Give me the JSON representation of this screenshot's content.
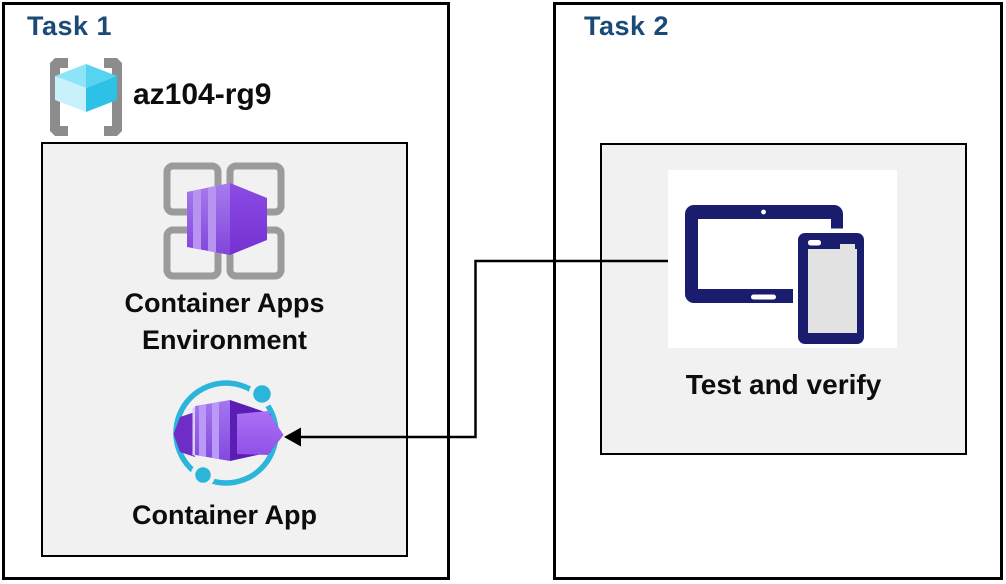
{
  "diagram": {
    "task1": {
      "title": "Task 1",
      "resource_group_name": "az104-rg9",
      "environment_label_line1": "Container Apps",
      "environment_label_line2": "Environment",
      "container_app_label": "Container App"
    },
    "task2": {
      "title": "Task 2",
      "verify_label": "Test and verify"
    },
    "icons": {
      "resource_group": "resource-group-icon",
      "container_apps_environment": "container-apps-environment-icon",
      "container_app": "container-app-icon",
      "devices": "tablet-and-phone-icon",
      "arrow": "left-arrowhead"
    },
    "colors": {
      "title_text": "#1b4a77",
      "body_text": "#0d0d0d",
      "box_border": "#000000",
      "panel_background": "#f1f1f1",
      "device_navy": "#1a1c6e",
      "teal_accent": "#2cb5da",
      "purple_front": "#9c68e8",
      "purple_side": "#7e3ad8",
      "cube_cyan": "#2ec1e8",
      "bracket_gray": "#8c8c8c",
      "connector_line": "#000000"
    }
  }
}
